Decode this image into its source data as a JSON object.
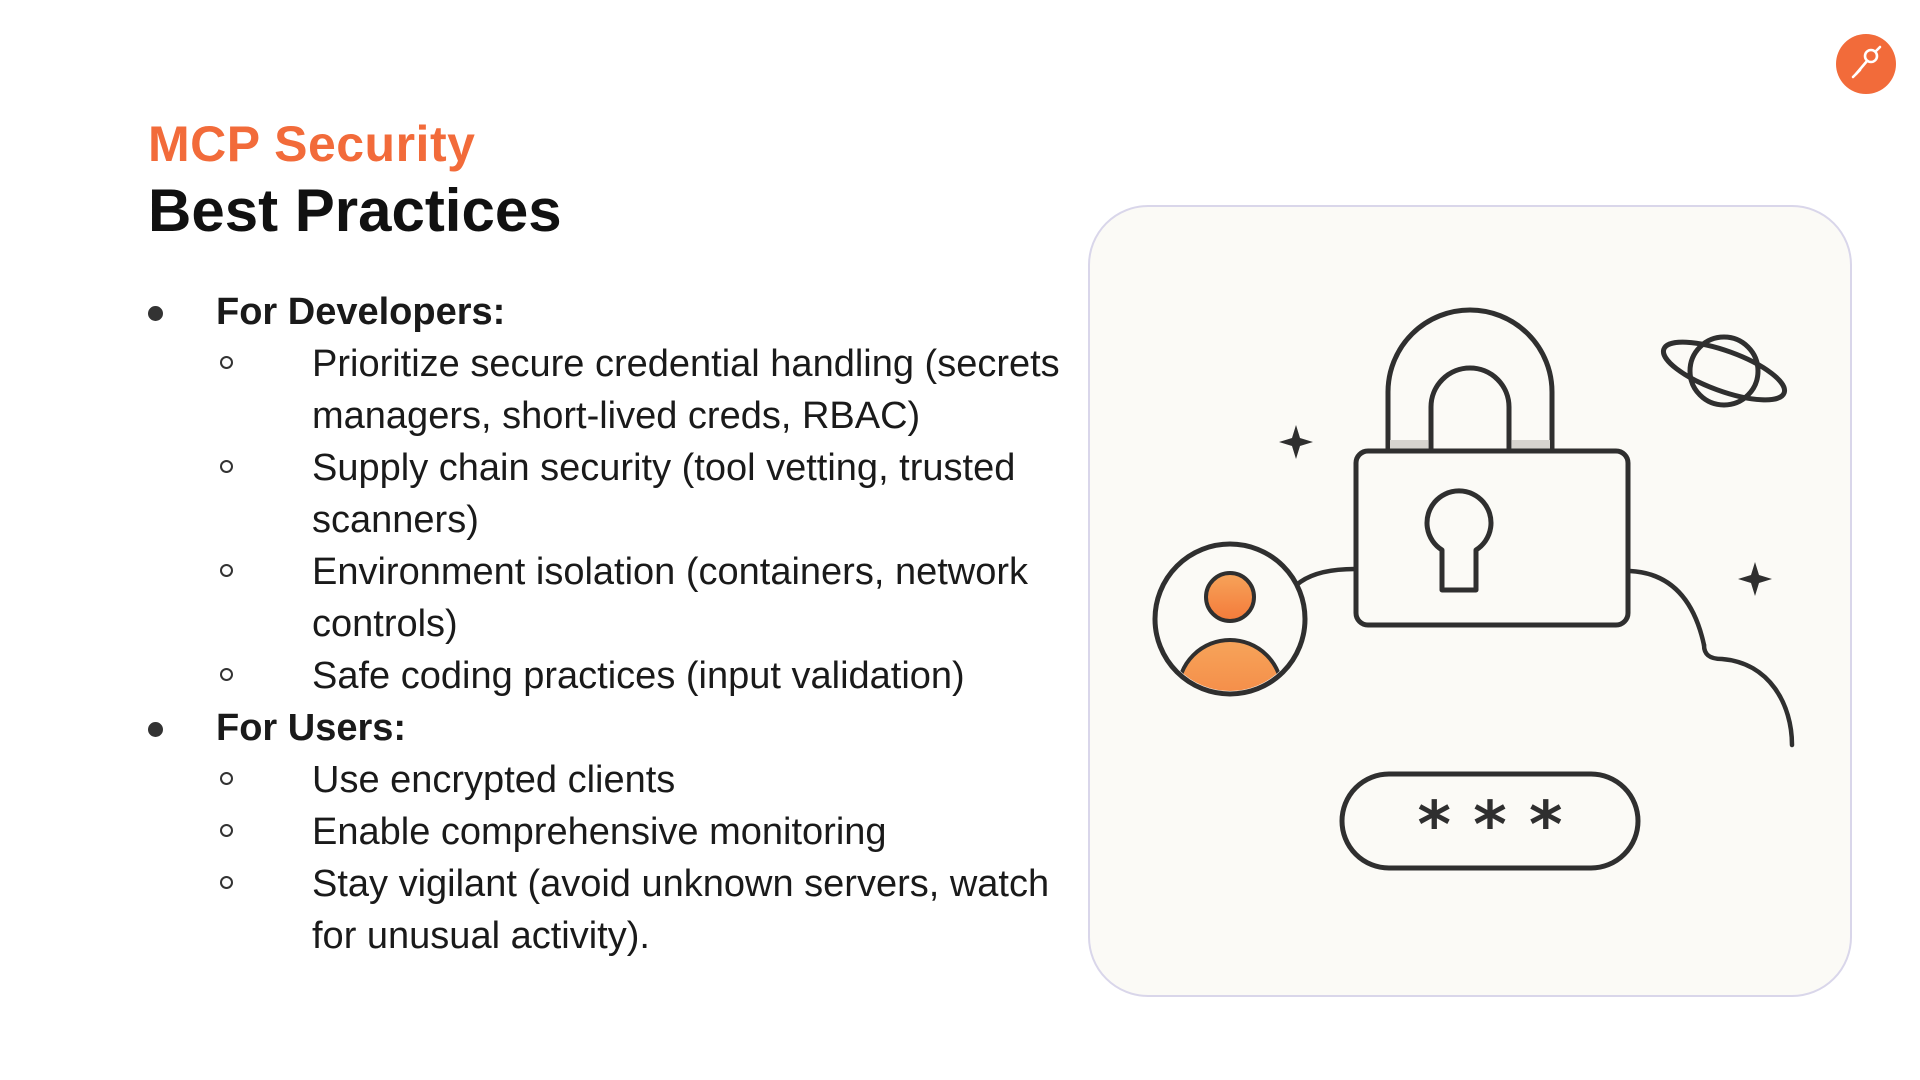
{
  "header": {
    "subtitle": "MCP Security",
    "title": "Best Practices"
  },
  "sections": [
    {
      "label": "For Developers:",
      "items": [
        "Prioritize secure credential handling (secrets managers, short-lived creds, RBAC)",
        "Supply chain security (tool vetting, trusted scanners)",
        "Environment isolation (containers, network controls)",
        "Safe coding practices (input validation)"
      ]
    },
    {
      "label": "For Users:",
      "items": [
        "Use encrypted clients",
        "Enable comprehensive monitoring",
        "Stay vigilant (avoid unknown servers, watch for unusual activity)."
      ]
    }
  ],
  "illustration": {
    "password_mask": "* * *",
    "icons": [
      "padlock-icon",
      "user-avatar-icon",
      "planet-icon",
      "sparkle-icon",
      "cloud-icon"
    ]
  },
  "logo": {
    "icon": "astronaut-logo-icon"
  },
  "colors": {
    "accent": "#f26b3a",
    "card_background": "#fbfaf6",
    "card_border": "#d9d6ea",
    "text": "#111111"
  }
}
